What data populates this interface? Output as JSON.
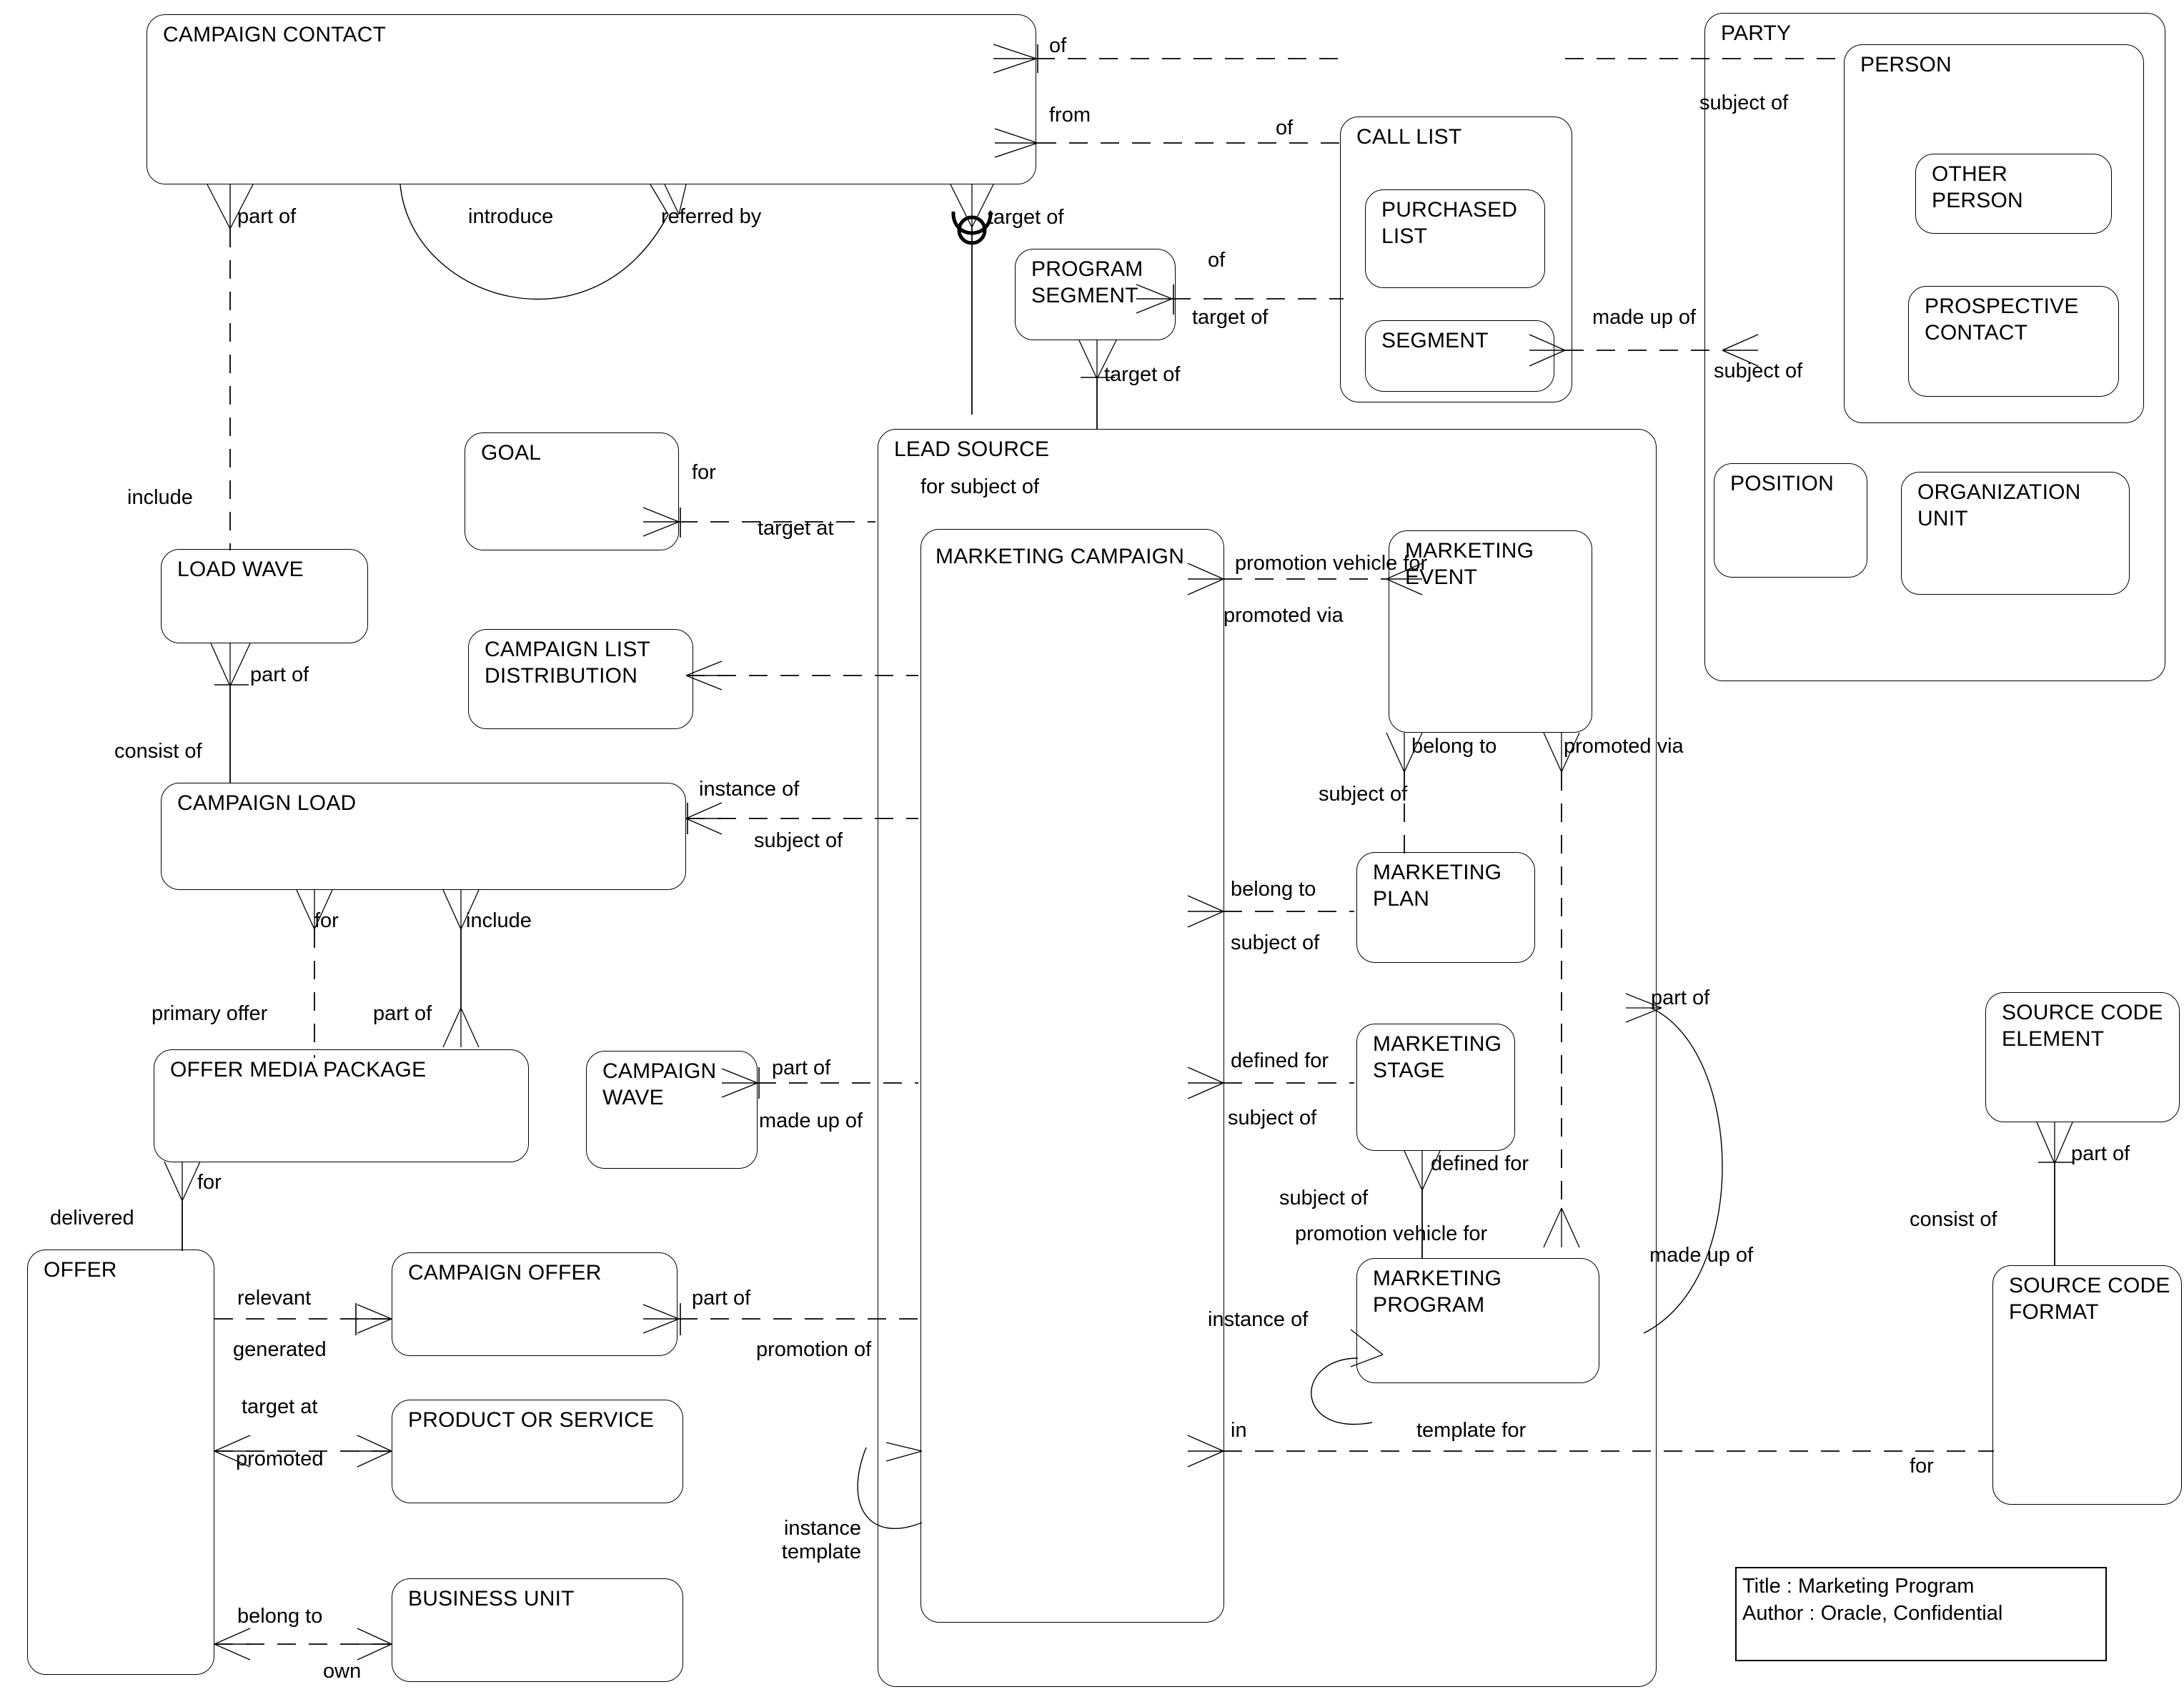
{
  "diagram": {
    "title_block": {
      "title_line": "Title : Marketing Program",
      "author_line": "Author : Oracle, Confidential"
    },
    "entities": [
      {
        "id": "campaign-contact",
        "label": "CAMPAIGN CONTACT"
      },
      {
        "id": "party",
        "label": "PARTY"
      },
      {
        "id": "person",
        "label": "PERSON"
      },
      {
        "id": "other-person",
        "label": "OTHER\nPERSON"
      },
      {
        "id": "prospective-contact",
        "label": "PROSPECTIVE\nCONTACT"
      },
      {
        "id": "position",
        "label": "POSITION"
      },
      {
        "id": "organization-unit",
        "label": "ORGANIZATION\nUNIT"
      },
      {
        "id": "call-list",
        "label": "CALL LIST"
      },
      {
        "id": "purchased-list",
        "label": "PURCHASED\nLIST"
      },
      {
        "id": "segment",
        "label": "SEGMENT"
      },
      {
        "id": "program-segment",
        "label": "PROGRAM\nSEGMENT"
      },
      {
        "id": "goal",
        "label": "GOAL"
      },
      {
        "id": "lead-source",
        "label": "LEAD SOURCE"
      },
      {
        "id": "marketing-campaign",
        "label": "MARKETING CAMPAIGN"
      },
      {
        "id": "marketing-event",
        "label": "MARKETING\nEVENT"
      },
      {
        "id": "marketing-plan",
        "label": "MARKETING\nPLAN"
      },
      {
        "id": "marketing-stage",
        "label": "MARKETING\nSTAGE"
      },
      {
        "id": "marketing-program",
        "label": "MARKETING\nPROGRAM"
      },
      {
        "id": "load-wave",
        "label": "LOAD WAVE"
      },
      {
        "id": "campaign-list-distribution",
        "label": "CAMPAIGN LIST\nDISTRIBUTION"
      },
      {
        "id": "campaign-load",
        "label": "CAMPAIGN LOAD"
      },
      {
        "id": "offer-media-package",
        "label": "OFFER MEDIA PACKAGE"
      },
      {
        "id": "campaign-wave",
        "label": "CAMPAIGN\nWAVE"
      },
      {
        "id": "offer",
        "label": "OFFER"
      },
      {
        "id": "campaign-offer",
        "label": "CAMPAIGN OFFER"
      },
      {
        "id": "product-or-service",
        "label": "PRODUCT OR SERVICE"
      },
      {
        "id": "business-unit",
        "label": "BUSINESS UNIT"
      },
      {
        "id": "source-code-element",
        "label": "SOURCE CODE\nELEMENT"
      },
      {
        "id": "source-code-format",
        "label": "SOURCE CODE\nFORMAT"
      }
    ],
    "relationship_labels": [
      {
        "id": "r01",
        "text": "of"
      },
      {
        "id": "r02",
        "text": "from"
      },
      {
        "id": "r03",
        "text": "of"
      },
      {
        "id": "r04",
        "text": "subject of"
      },
      {
        "id": "r05",
        "text": "part of"
      },
      {
        "id": "r06",
        "text": "introduce"
      },
      {
        "id": "r07",
        "text": "referred by"
      },
      {
        "id": "r08",
        "text": "target of"
      },
      {
        "id": "r09",
        "text": "of"
      },
      {
        "id": "r10",
        "text": "target of"
      },
      {
        "id": "r11",
        "text": "target of"
      },
      {
        "id": "r12",
        "text": "made up of"
      },
      {
        "id": "r13",
        "text": "subject of"
      },
      {
        "id": "r14",
        "text": "include"
      },
      {
        "id": "r15",
        "text": "for"
      },
      {
        "id": "r16",
        "text": "target at"
      },
      {
        "id": "r17",
        "text": "for  subject of"
      },
      {
        "id": "r18",
        "text": "promotion vehicle for"
      },
      {
        "id": "r19",
        "text": "promoted via"
      },
      {
        "id": "r20",
        "text": "part of"
      },
      {
        "id": "r21",
        "text": "belong to"
      },
      {
        "id": "r22",
        "text": "promoted via"
      },
      {
        "id": "r23",
        "text": "consist of"
      },
      {
        "id": "r24",
        "text": "subject of"
      },
      {
        "id": "r25",
        "text": "instance of"
      },
      {
        "id": "r26",
        "text": "subject of"
      },
      {
        "id": "r27",
        "text": "belong to"
      },
      {
        "id": "r28",
        "text": "subject of"
      },
      {
        "id": "r29",
        "text": "for"
      },
      {
        "id": "r30",
        "text": "include"
      },
      {
        "id": "r31",
        "text": "defined for"
      },
      {
        "id": "r32",
        "text": "subject of"
      },
      {
        "id": "r33",
        "text": "primary offer"
      },
      {
        "id": "r34",
        "text": "part of"
      },
      {
        "id": "r35",
        "text": "part of"
      },
      {
        "id": "r36",
        "text": "made up of"
      },
      {
        "id": "r37",
        "text": "defined for"
      },
      {
        "id": "r38",
        "text": "part of"
      },
      {
        "id": "r39",
        "text": "subject of"
      },
      {
        "id": "r40",
        "text": "promotion vehicle for"
      },
      {
        "id": "r41",
        "text": "made up of"
      },
      {
        "id": "r42",
        "text": "part of"
      },
      {
        "id": "r43",
        "text": "consist of"
      },
      {
        "id": "r44",
        "text": "delivered"
      },
      {
        "id": "r45",
        "text": "for"
      },
      {
        "id": "r46",
        "text": "relevant"
      },
      {
        "id": "r47",
        "text": "generated"
      },
      {
        "id": "r48",
        "text": "part of"
      },
      {
        "id": "r49",
        "text": "promotion of"
      },
      {
        "id": "r50",
        "text": "instance of"
      },
      {
        "id": "r51",
        "text": "target at"
      },
      {
        "id": "r52",
        "text": "promoted"
      },
      {
        "id": "r53",
        "text": "in"
      },
      {
        "id": "r54",
        "text": "template for"
      },
      {
        "id": "r55",
        "text": "for"
      },
      {
        "id": "r56",
        "text": "instance\ntemplate"
      },
      {
        "id": "r57",
        "text": "belong to"
      },
      {
        "id": "r58",
        "text": "own"
      }
    ]
  }
}
